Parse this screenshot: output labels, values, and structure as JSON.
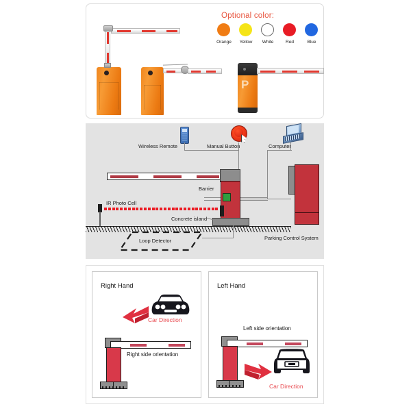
{
  "products": {
    "optional_color_title": "Optional color:",
    "swatches": [
      {
        "label": "Orange",
        "color": "#f07c14"
      },
      {
        "label": "Yellow",
        "color": "#f5e417"
      },
      {
        "label": "White",
        "color": "#ffffff"
      },
      {
        "label": "Red",
        "color": "#e81c25"
      },
      {
        "label": "Blue",
        "color": "#2167e0"
      }
    ],
    "units": [
      {
        "name": "barrier-unit-vertical-arm",
        "logo": ""
      },
      {
        "name": "barrier-unit-folding-arm",
        "logo": ""
      },
      {
        "name": "barrier-unit-parking-logo",
        "logo": "P"
      }
    ]
  },
  "diagram": {
    "devices": [
      {
        "icon": "wireless-remote-icon",
        "label": "Wireless Remote"
      },
      {
        "icon": "manual-button-icon",
        "label": "Manual Button"
      },
      {
        "icon": "computer-laptop-icon",
        "label": "Computer"
      }
    ],
    "labels": {
      "barrier": "Barrier",
      "ir_photo_cell": "IR Photo Cell",
      "concrete_island": "Concrete island",
      "loop_detector": "Loop Detector",
      "parking_control_system": "Parking Control System"
    },
    "colors": {
      "background": "#e3e3e3",
      "cabinet_red": "#c2333c",
      "housing_gray": "#8d8d8d",
      "ir_beam_red": "#ec1c24",
      "indicator_green": "#2f9e3f"
    },
    "ir_beam_dot_count": 29
  },
  "hands": {
    "right": {
      "title": "Right Hand",
      "car_direction": "Car Direction",
      "orientation": "Right side orientation"
    },
    "left": {
      "title": "Left Hand",
      "car_direction": "Car Direction",
      "orientation": "Left side orientation"
    }
  }
}
